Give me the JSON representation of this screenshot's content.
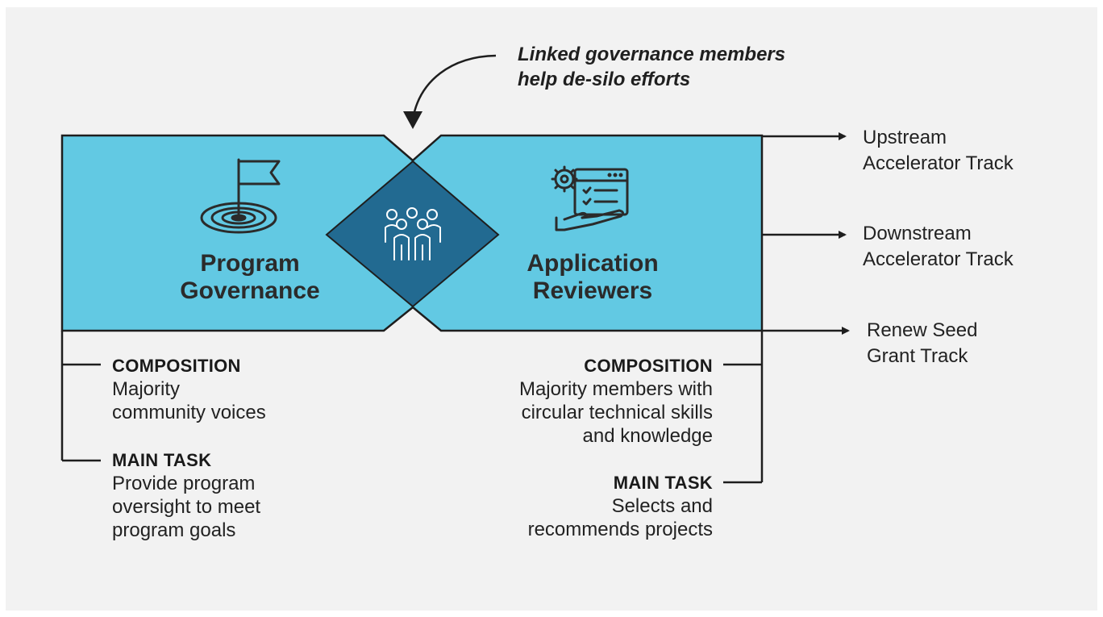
{
  "callout": {
    "line1": "Linked governance members",
    "line2": "help de-silo efforts"
  },
  "left_box": {
    "title_line1": "Program",
    "title_line2": "Governance",
    "icon": "target-flag-icon",
    "composition_label": "COMPOSITION",
    "composition_line1": "Majority",
    "composition_line2": "community voices",
    "task_label": "MAIN TASK",
    "task_line1": "Provide program",
    "task_line2": "oversight to meet",
    "task_line3": "program goals"
  },
  "right_box": {
    "title_line1": "Application",
    "title_line2": "Reviewers",
    "icon": "settings-checklist-hand-icon",
    "composition_label": "COMPOSITION",
    "composition_line1": "Majority members with",
    "composition_line2": "circular technical skills",
    "composition_line3": "and knowledge",
    "task_label": "MAIN TASK",
    "task_line1": "Selects and",
    "task_line2": "recommends projects"
  },
  "center_icon": "people-group-icon",
  "tracks": [
    {
      "line1": "Upstream",
      "line2": "Accelerator Track"
    },
    {
      "line1": "Downstream",
      "line2": "Accelerator Track"
    },
    {
      "line1": "Renew Seed",
      "line2": "Grant Track"
    }
  ],
  "colors": {
    "box_fill": "#62c9e3",
    "diamond_fill": "#226a91",
    "outline": "#1e1e1e",
    "background": "#f2f2f2"
  }
}
